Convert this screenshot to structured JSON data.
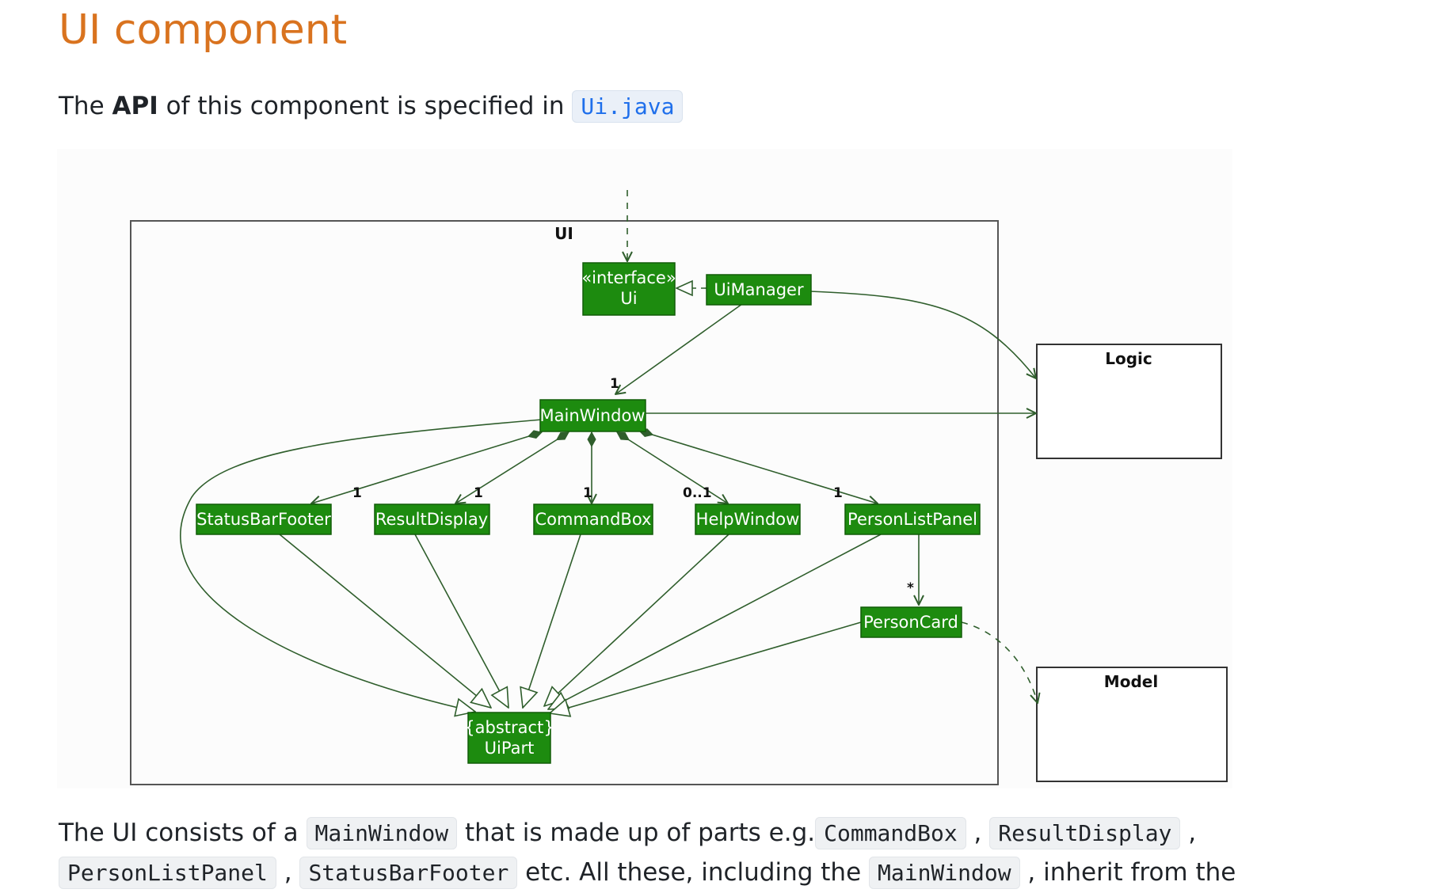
{
  "heading": "UI component",
  "api_intro": {
    "prefix": "The ",
    "bold": "API",
    "middle": " of this component is specified in ",
    "link": "Ui.java"
  },
  "diagram": {
    "package_label": "UI",
    "external_logic": "Logic",
    "external_model": "Model",
    "nodes": {
      "ui_interface_stereotype": "«interface»",
      "ui_interface_name": "Ui",
      "ui_manager": "UiManager",
      "main_window": "MainWindow",
      "status_bar_footer": "StatusBarFooter",
      "result_display": "ResultDisplay",
      "command_box": "CommandBox",
      "help_window": "HelpWindow",
      "person_list_panel": "PersonListPanel",
      "person_card": "PersonCard",
      "ui_part_stereotype": "{abstract}",
      "ui_part_name": "UiPart"
    },
    "multiplicities": {
      "uimanager_mainwindow": "1",
      "statusbar": "1",
      "resultdisplay": "1",
      "commandbox": "1",
      "helpwindow": "0..1",
      "personlistpanel": "1",
      "personcard": "*"
    },
    "colors": {
      "node_fill": "#1d8b0f",
      "node_border": "#115c08",
      "edge": "#2f5e2c",
      "package_border": "#555555"
    }
  },
  "description": {
    "line1_prefix": "The UI consists of a ",
    "main_window": "MainWindow",
    "line1_mid": " that is made up of parts e.g.",
    "command_box": "CommandBox",
    "sep1": " , ",
    "result_display": "ResultDisplay",
    "sep2": " ,",
    "person_list_panel": "PersonListPanel",
    "sep3": " , ",
    "status_bar_footer": "StatusBarFooter",
    "line2_mid": " etc. All these, including the ",
    "main_window_2": "MainWindow",
    "line2_suffix": " , inherit from the"
  }
}
